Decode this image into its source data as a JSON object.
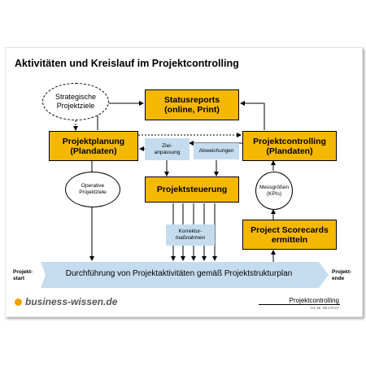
{
  "title": "Aktivitäten und Kreislauf im Projektcontrolling",
  "boxes": {
    "statusreports": "Statusreports (online, Print)",
    "projektplanung": "Projektplanung (Plandaten)",
    "projektcontrolling": "Projektcontrolling (Plandaten)",
    "projektsteuerung": "Projektsteuerung",
    "scorecards": "Project Scorecards ermitteln"
  },
  "ellipses": {
    "strategische": "Strategische Projektziele",
    "operative": "Operative Projektziele",
    "messgroessen": "Messgrößen (KPIs)"
  },
  "labels": {
    "zielanpassung": "Ziel-anpassung",
    "abweichungen": "Abweichungen",
    "korrektur": "Korrektur-maßnahmen"
  },
  "banner": "Durchführung von Projektaktivitäten gemäß Projektstrukturplan",
  "start_label": "Projekt-start",
  "end_label": "Projekt-ende",
  "logo_text": "business-wissen.de",
  "footer_title": "Projektcontrolling",
  "footer_sub": "Art.-Nr. 99.170.07",
  "colors": {
    "box": "#f5b800",
    "label_bg": "#c5dcef",
    "banner": "#c5dcef",
    "logo_dot": "#f5a000"
  }
}
